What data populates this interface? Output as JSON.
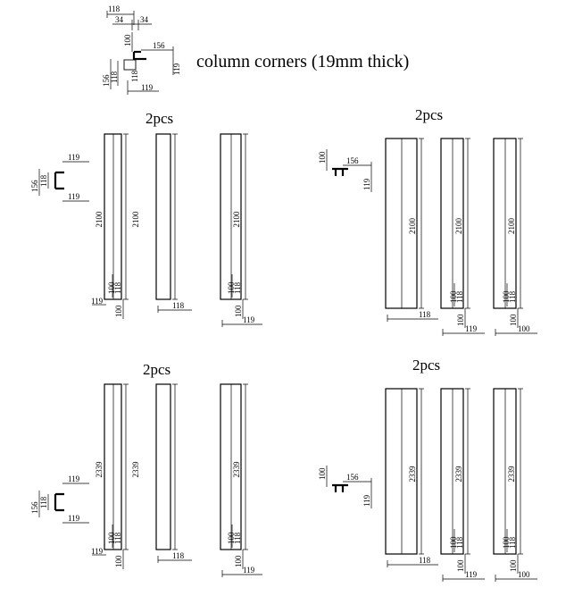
{
  "header": {
    "title": "column corners (19mm thick)",
    "detail_dims": {
      "top_118": "118",
      "top_34a": "34",
      "top_34b": "34",
      "side_100": "100",
      "right_156": "156",
      "right_119": "119",
      "left_156": "156",
      "left_118": "118",
      "bottom_118": "118",
      "bottom_119": "119"
    }
  },
  "groups": [
    {
      "qty": "2pcs",
      "profile": {
        "a": "119",
        "b": "156",
        "c": "118",
        "d": "119"
      },
      "boards": [
        {
          "length": "2100",
          "base_small": [
            "100",
            "118"
          ],
          "base_tick": "119",
          "base_vert": "100"
        },
        {
          "length": "2100",
          "base_width": "118"
        },
        {
          "length": "2100",
          "base_small": [
            "100",
            "118"
          ],
          "base_vert": "100",
          "base_width": "119"
        }
      ]
    },
    {
      "qty": "2pcs",
      "profile": {
        "a": "100",
        "b": "156",
        "c": "119"
      },
      "boards": [
        {
          "length": "2100",
          "base_width": "118"
        },
        {
          "length": "2100",
          "base_small": [
            "100",
            "118"
          ],
          "base_vert": "100",
          "base_width": "119"
        },
        {
          "length": "2100",
          "base_small": [
            "100",
            "118"
          ],
          "base_vert": "100",
          "base_width": "100"
        }
      ]
    },
    {
      "qty": "2pcs",
      "profile": {
        "a": "119",
        "b": "156",
        "c": "118",
        "d": "119"
      },
      "boards": [
        {
          "length": "2339",
          "base_small": [
            "100",
            "118"
          ],
          "base_tick": "119",
          "base_vert": "100"
        },
        {
          "length": "2339",
          "base_width": "118"
        },
        {
          "length": "2339",
          "base_small": [
            "100",
            "118"
          ],
          "base_vert": "100",
          "base_width": "119"
        }
      ]
    },
    {
      "qty": "2pcs",
      "profile": {
        "a": "100",
        "b": "156",
        "c": "119"
      },
      "boards": [
        {
          "length": "2339",
          "base_width": "118"
        },
        {
          "length": "2339",
          "base_small": [
            "100",
            "118"
          ],
          "base_vert": "100",
          "base_width": "119"
        },
        {
          "length": "2339",
          "base_small": [
            "100",
            "118"
          ],
          "base_vert": "100",
          "base_width": "100"
        }
      ]
    }
  ]
}
